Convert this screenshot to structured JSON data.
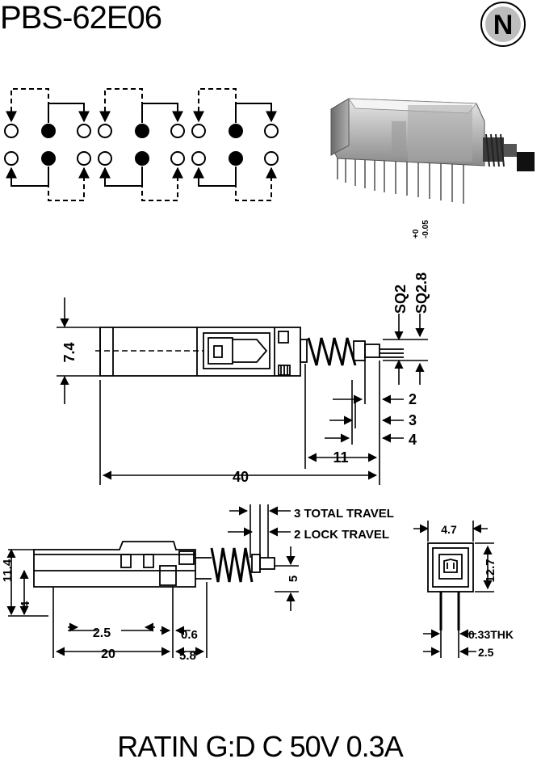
{
  "header": {
    "model": "PBS-62E06",
    "logo_letter": "N"
  },
  "front_view": {
    "dim_7_4": "7.4",
    "dim_sq2": "SQ2",
    "dim_sq28": "SQ2.8",
    "dim_sq28_tol_plus": "+0",
    "dim_sq28_tol_minus": "-0.05",
    "dim_2": "2",
    "dim_3": "3",
    "dim_4": "4",
    "dim_11": "11",
    "dim_40": "40"
  },
  "side_view": {
    "total_travel": "3 TOTAL TRAVEL",
    "lock_travel": "2 LOCK TRAVEL",
    "dim_11_4": "11.4",
    "dim_4": "4",
    "dim_5": "5",
    "dim_2_5": "2.5",
    "dim_0_6": "0.6",
    "dim_20": "20",
    "dim_5_8": "5.8"
  },
  "end_view": {
    "dim_4_7": "4.7",
    "dim_12_7": "12.7",
    "dim_033": "0.33THK",
    "dim_2_5": "2.5"
  },
  "footer": {
    "rating": "RATIN G:D C 50V 0.3A"
  }
}
